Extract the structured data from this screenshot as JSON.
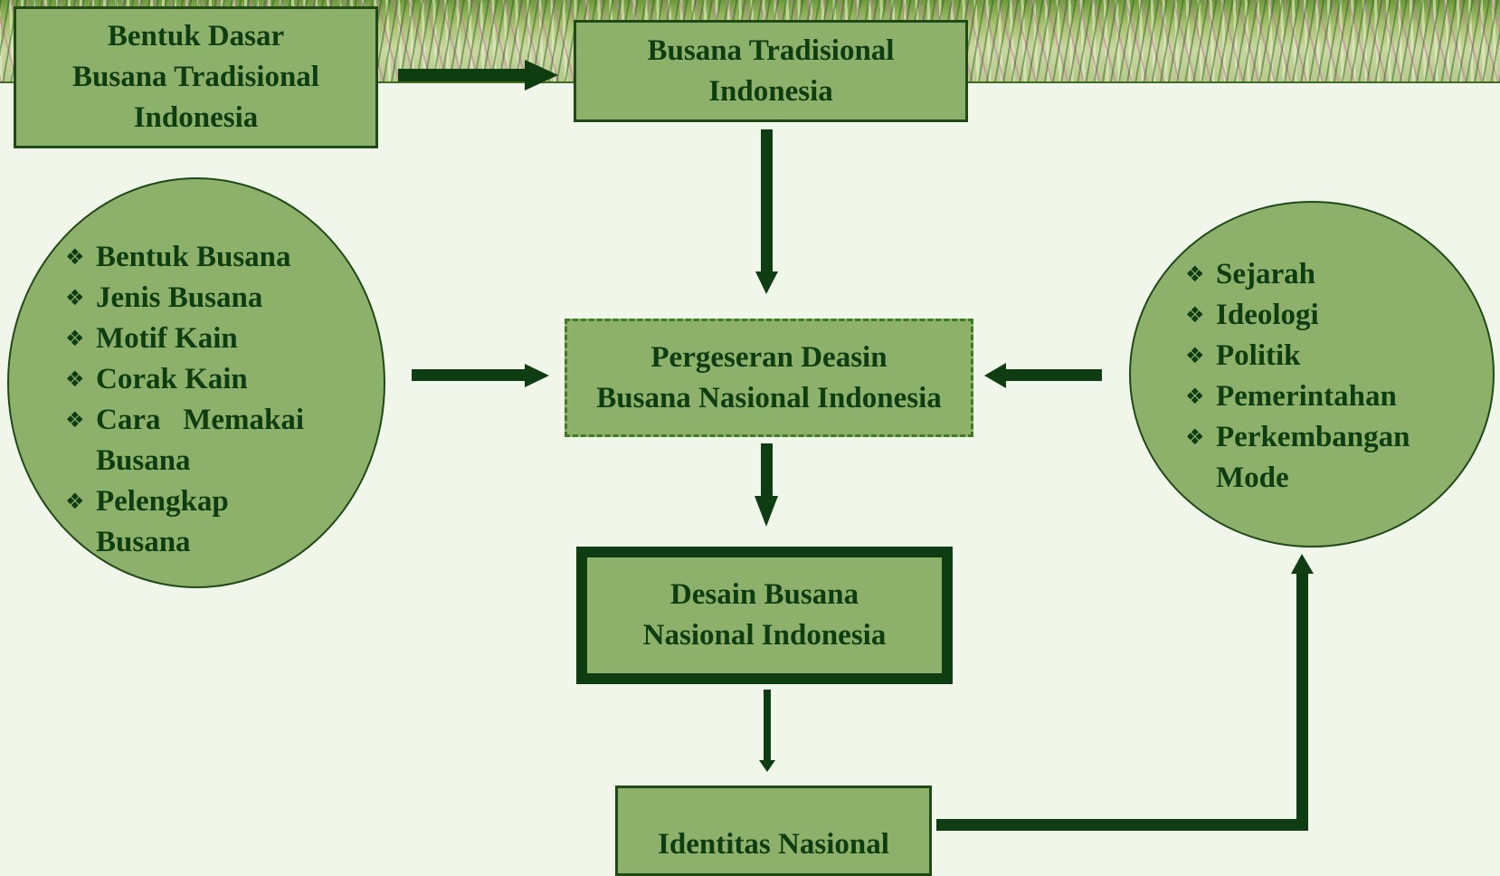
{
  "nodes": {
    "dasar": "Bentuk Dasar\nBusana Tradisional\nIndonesia",
    "tradisional": "Busana Tradisional\nIndonesia",
    "pergeseran": "Pergeseran Deasin\nBusana Nasional Indonesia",
    "desain": "Desain Busana\nNasional Indonesia",
    "identitas": "Identitas Nasional"
  },
  "left_list": {
    "bullet": "❖",
    "items": [
      "Bentuk Busana",
      "Jenis Busana",
      "Motif Kain",
      "Corak Kain",
      "Cara   Memakai\nBusana",
      "Pelengkap\nBusana"
    ]
  },
  "right_list": {
    "bullet": "❖",
    "items": [
      "Sejarah",
      "Ideologi",
      "Politik",
      "Pemerintahan",
      "Perkembangan\nMode"
    ]
  },
  "colors": {
    "box_fill": "#8db06a",
    "arrow": "#0f3d12",
    "background": "#f1f6ea"
  }
}
